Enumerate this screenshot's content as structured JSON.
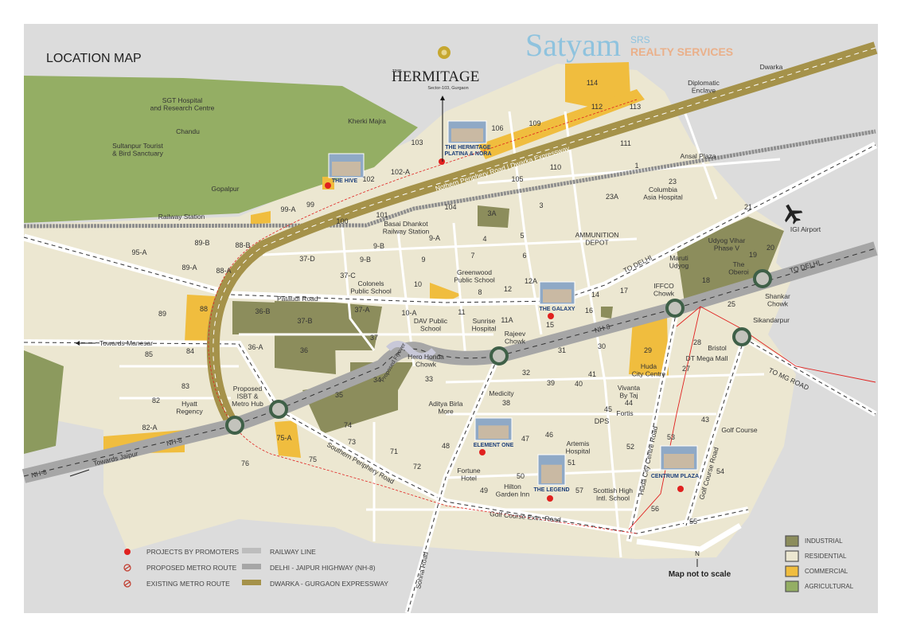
{
  "title": "LOCATION MAP",
  "brand": {
    "the": "THE",
    "name": "HERMITAGE",
    "subtitle": "Sector-103, Gurgaon"
  },
  "watermark": {
    "name": "Satyam",
    "initials": "SRS",
    "tagline": "REALTY SERVICES"
  },
  "colors": {
    "background": "#dcdcdc",
    "industrial": "#8c8d5c",
    "residential": "#ece7d1",
    "commercial": "#f0bd3e",
    "agricultural": "#94ae64",
    "expressway": "#a5924a",
    "highway": "#a6a6a6",
    "project_dot": "#e0211f",
    "chowk": "#3f6048"
  },
  "sectors": [
    "114",
    "112",
    "113",
    "106",
    "109",
    "103",
    "111",
    "102",
    "102-A",
    "105",
    "110",
    "1",
    "23",
    "23A",
    "104",
    "3",
    "3A",
    "101",
    "99",
    "99-A",
    "100",
    "21",
    "9-B",
    "9-A",
    "4",
    "5",
    "89-B",
    "88-B",
    "95-A",
    "37-D",
    "9-B",
    "9",
    "7",
    "6",
    "89-A",
    "88-A",
    "37-C",
    "10",
    "8",
    "12",
    "12A",
    "14",
    "17",
    "18",
    "19",
    "20",
    "89",
    "88",
    "36-B",
    "37-B",
    "37-A",
    "10-A",
    "11",
    "11A",
    "15",
    "16",
    "25",
    "37",
    "36-A",
    "84",
    "85",
    "36",
    "31",
    "30",
    "29",
    "28",
    "32",
    "41",
    "39",
    "40",
    "27",
    "33",
    "34",
    "35",
    "83",
    "82",
    "38",
    "45",
    "44",
    "74",
    "82-A",
    "73",
    "48",
    "47",
    "46",
    "DPS",
    "52",
    "53",
    "43",
    "71",
    "72",
    "75-A",
    "75",
    "76",
    "49",
    "50",
    "51",
    "57",
    "56",
    "55",
    "54"
  ],
  "places": [
    [
      "SGT Hospital",
      "and Research Centre"
    ],
    [
      "Chandu"
    ],
    [
      "Sultanpur Tourist",
      "& Bird Sanctuary"
    ],
    [
      "Kherki Majra"
    ],
    [
      "Gopalpur"
    ],
    [
      "Railway Station"
    ],
    [
      "Basai Dhankot",
      "Railway Station"
    ],
    [
      "Dwarka"
    ],
    [
      "Diplomatic",
      "Enclave"
    ],
    [
      "Ansal Plaza"
    ],
    [
      "Columbia",
      "Asia Hospital"
    ],
    [
      "AMMUNITION",
      "DEPOT"
    ],
    [
      "Greenwood",
      "Public School"
    ],
    [
      "Colonels",
      "Public School"
    ],
    [
      "DAV Public",
      "School"
    ],
    [
      "Sunrise",
      "Hospital"
    ],
    [
      "Rajeev",
      "Chowk"
    ],
    [
      "Hero Honda",
      "Chowk"
    ],
    [
      "IFFCO",
      "Chowk"
    ],
    [
      "Shankar",
      "Chowk"
    ],
    [
      "Sikandarpur"
    ],
    [
      "Maruti",
      "Udyog"
    ],
    [
      "Udyog Vihar",
      "Phase V"
    ],
    [
      "The",
      "Oberoi"
    ],
    [
      "Bristol"
    ],
    [
      "DT Mega Mall"
    ],
    [
      "Huda",
      "City Centre"
    ],
    [
      "Vivanta",
      "By Taj"
    ],
    [
      "Fortis"
    ],
    [
      "Golf Course"
    ],
    [
      "Medicity"
    ],
    [
      "Aditya Birla",
      "More"
    ],
    [
      "Proposed",
      "ISBT &",
      "Metro Hub"
    ],
    [
      "Hyatt",
      "Regency"
    ],
    [
      "Artemis",
      "Hospital"
    ],
    [
      "Fortune",
      "Hotel"
    ],
    [
      "Hilton",
      "Garden Inn"
    ],
    [
      "Scottish High",
      "Intl. School"
    ],
    [
      "IGI Airport"
    ]
  ],
  "roads": {
    "pataudi": "Pataudi Road",
    "manesar": "Towards Manesar",
    "jaipur": "Towards Jaipur",
    "nh8": "NH-8",
    "to_delhi": "TO DELHI",
    "to_mg_road": "TO MG ROAD",
    "golf_ext": "Golf Course Extn. Road",
    "southern": "Southern Periphery Road",
    "sohna": "Sohna Road",
    "huda_road": "Huda City Centre Road",
    "golf_road": "Golf Course Road",
    "flyover": "Proposed Flyover",
    "expressway": "Nothern Periphery Road | Dwarka Expressway"
  },
  "projects": [
    "THE HIVE",
    "THE HERMITAGE",
    "PLATINA & NORA",
    "THE GALAXY",
    "ELEMENT ONE",
    "THE LEGEND",
    "CENTRUM PLAZA"
  ],
  "legend_left": [
    "PROJECTS BY PROMOTERS",
    "PROPOSED METRO ROUTE",
    "EXISTING METRO ROUTE"
  ],
  "legend_mid": [
    "RAILWAY LINE",
    "DELHI - JAIPUR HIGHWAY (NH-8)",
    "DWARKA - GURGAON EXPRESSWAY"
  ],
  "legend_right": [
    "INDUSTRIAL",
    "RESIDENTIAL",
    "COMMERCIAL",
    "AGRICULTURAL"
  ],
  "north": "N",
  "scale_note": "Map not to scale"
}
